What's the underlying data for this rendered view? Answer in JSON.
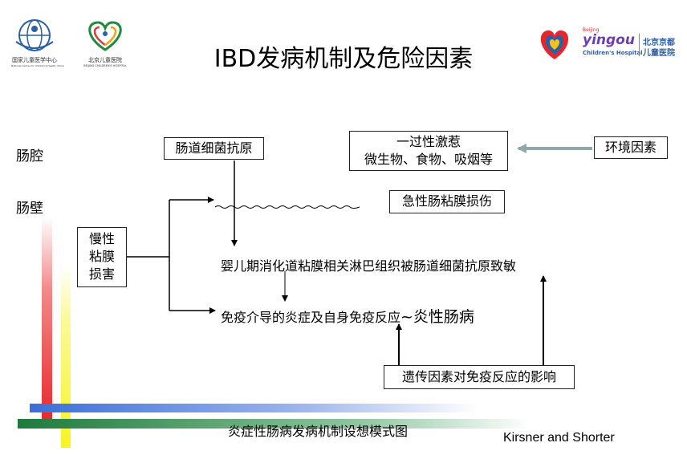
{
  "title": "IBD发病机制及危险因素",
  "logos": {
    "left1_caption": "国家儿童医学中心",
    "left1_sub": "National Center for Children's Health, China",
    "left2_caption": "北京儿童医院",
    "left2_sub": "BEIJING CHILDREN'S HOSPITAL",
    "right_small": "Beijing",
    "right_brand": "yingou",
    "right_sub": "Children's Hospital",
    "right_cn1": "北京京都",
    "right_cn2": "儿童医院"
  },
  "labels": {
    "lumen": "肠腔",
    "wall": "肠壁"
  },
  "nodes": {
    "bacteria_antigen": "肠道细菌抗原",
    "transient_line1": "一过性激惹",
    "transient_line2": "微生物、食物、吸烟等",
    "environment": "环境因素",
    "acute_injury": "急性肠粘膜损伤",
    "chronic_l1": "慢性",
    "chronic_l2": "粘膜",
    "chronic_l3": "损害",
    "sensitization": "婴儿期消化道粘膜相关淋巴组织被肠道细菌抗原致敏",
    "immune_prefix": "免疫介导的炎症及自身免疫反应",
    "immune_suffix": "~炎性肠病",
    "genetic": "遗传因素对免疫反应的影响"
  },
  "caption": "炎症性肠病发病机制设想模式图",
  "credit": "Kirsner and Shorter",
  "colors": {
    "red_bar": "#e8262a",
    "yellow_bar": "#f7f423",
    "blue_bar": "#3b6fd8",
    "green_bar": "#1e7a3c",
    "env_arrow": "#8fa9a8"
  }
}
